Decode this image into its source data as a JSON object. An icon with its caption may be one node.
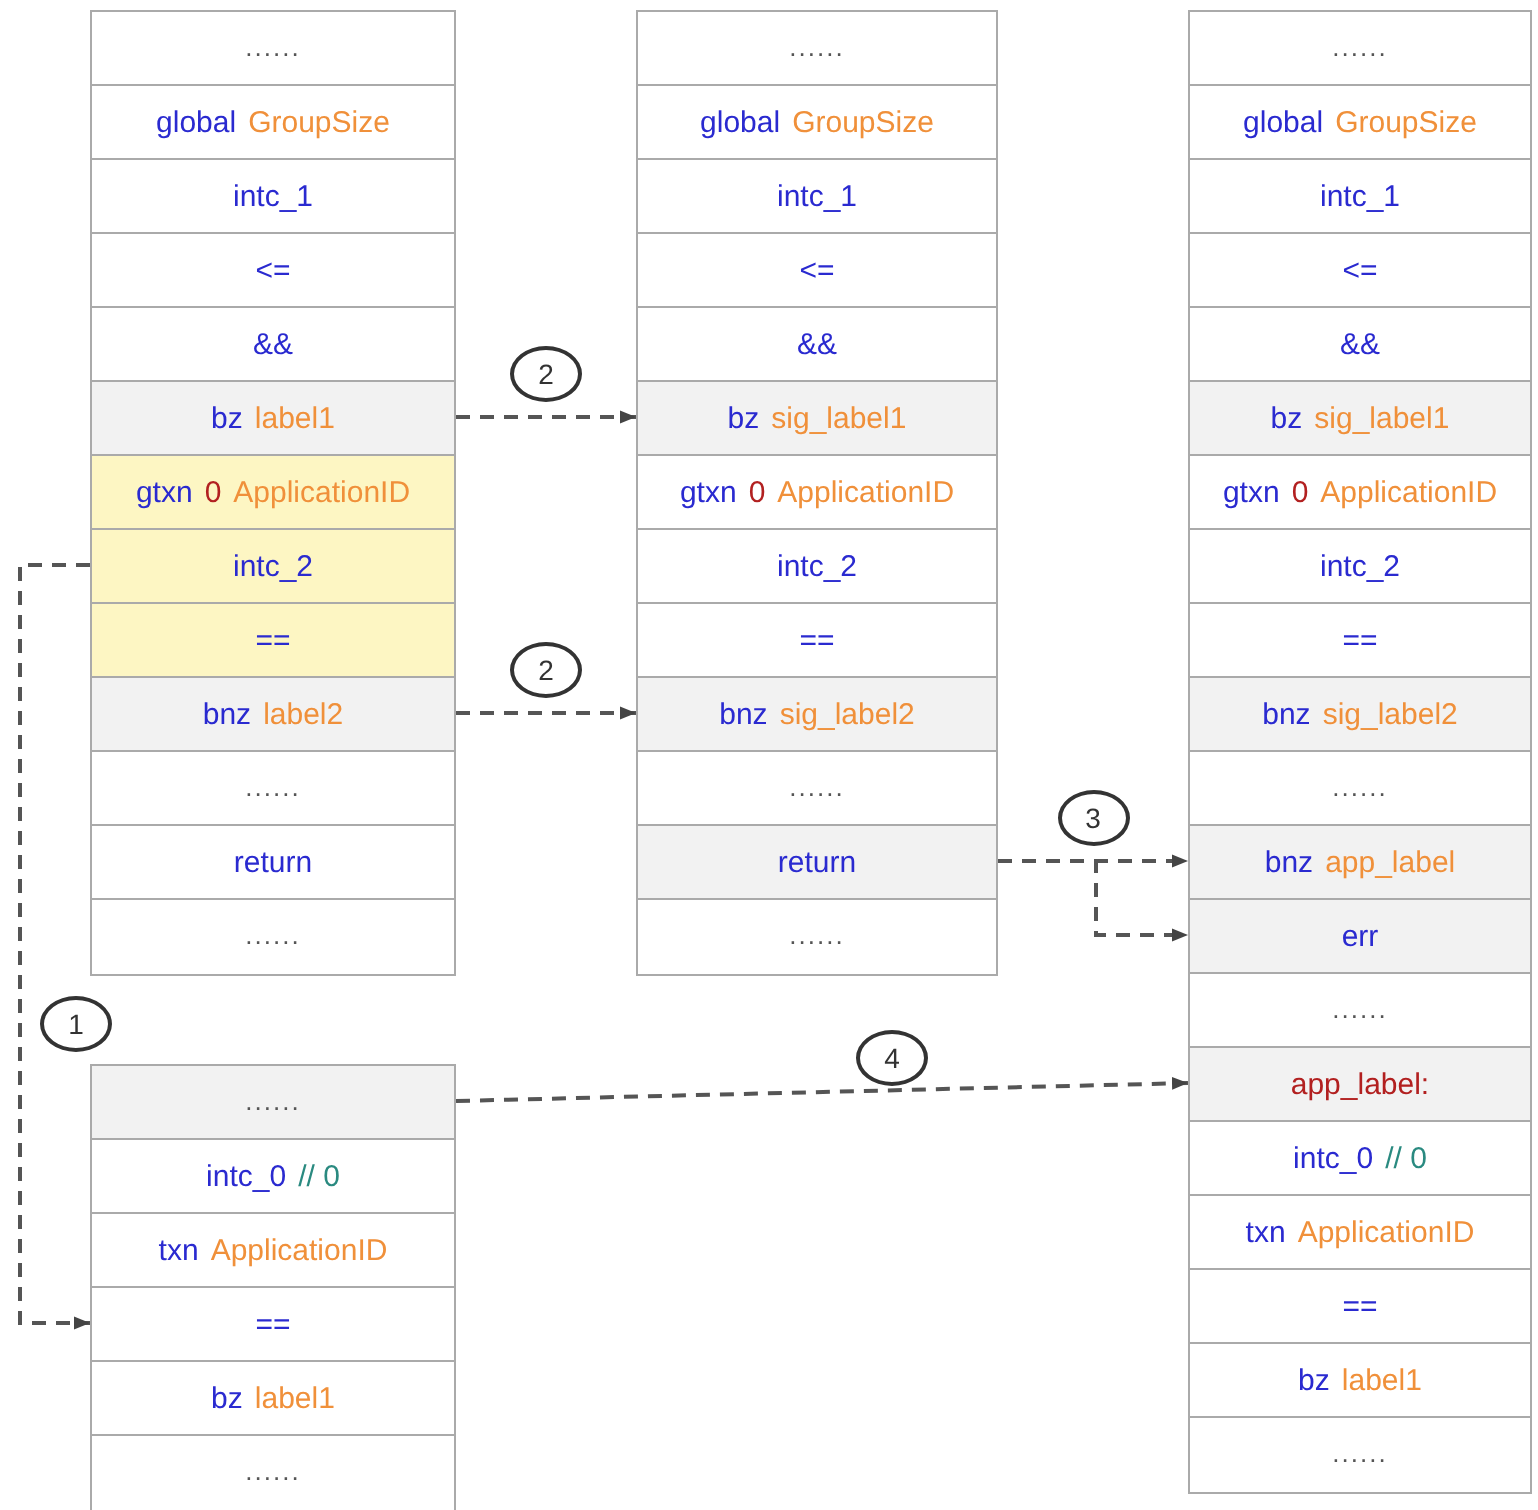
{
  "diagram": {
    "nodes": [
      {
        "text": [
          "......"
        ]
      },
      {
        "text": [
          "global",
          "GroupSize"
        ]
      },
      {
        "text": [
          "intc_1"
        ]
      },
      {
        "text": [
          "<="
        ]
      },
      {
        "text": [
          "&&"
        ]
      },
      {
        "text": [
          "bz",
          "label1"
        ]
      },
      {
        "text": [
          "gtxn",
          "0",
          "ApplicationID"
        ]
      },
      {
        "text": [
          "intc_2"
        ]
      },
      {
        "text": [
          "=="
        ]
      },
      {
        "text": [
          "bnz",
          "label2"
        ]
      },
      {
        "text": [
          "......"
        ]
      },
      {
        "text": [
          "return"
        ]
      },
      {
        "text": [
          "......"
        ]
      },
      {
        "text": [
          "......"
        ]
      },
      {
        "text": [
          "global",
          "GroupSize"
        ]
      },
      {
        "text": [
          "intc_1"
        ]
      },
      {
        "text": [
          "<="
        ]
      },
      {
        "text": [
          "&&"
        ]
      },
      {
        "text": [
          "bz",
          "sig_label1"
        ]
      },
      {
        "text": [
          "gtxn",
          "0",
          "ApplicationID"
        ]
      },
      {
        "text": [
          "intc_2"
        ]
      },
      {
        "text": [
          "=="
        ]
      },
      {
        "text": [
          "bnz",
          "sig_label2"
        ]
      },
      {
        "text": [
          "......"
        ]
      },
      {
        "text": [
          "return"
        ]
      },
      {
        "text": [
          "......"
        ]
      },
      {
        "text": [
          "......"
        ]
      },
      {
        "text": [
          "global",
          "GroupSize"
        ]
      },
      {
        "text": [
          "intc_1"
        ]
      },
      {
        "text": [
          "<="
        ]
      },
      {
        "text": [
          "&&"
        ]
      },
      {
        "text": [
          "bz",
          "sig_label1"
        ]
      },
      {
        "text": [
          "gtxn",
          "0",
          "ApplicationID"
        ]
      },
      {
        "text": [
          "intc_2"
        ]
      },
      {
        "text": [
          "=="
        ]
      },
      {
        "text": [
          "bnz",
          "sig_label2"
        ]
      },
      {
        "text": [
          "......"
        ]
      },
      {
        "text": [
          "bnz",
          "app_label"
        ]
      },
      {
        "text": [
          "err"
        ]
      },
      {
        "text": [
          "......"
        ]
      },
      {
        "text": [
          "app_label:"
        ]
      },
      {
        "text": [
          "intc_0",
          "// 0"
        ]
      },
      {
        "text": [
          "txn",
          "ApplicationID"
        ]
      },
      {
        "text": [
          "=="
        ]
      },
      {
        "text": [
          "bz",
          "label1"
        ]
      },
      {
        "text": [
          "......"
        ]
      },
      {
        "text": [
          "......"
        ]
      },
      {
        "text": [
          "intc_0",
          "// 0"
        ]
      },
      {
        "text": [
          "txn",
          "ApplicationID"
        ]
      },
      {
        "text": [
          "=="
        ]
      },
      {
        "text": [
          "bz",
          "label1"
        ]
      },
      {
        "text": [
          "......"
        ]
      }
    ],
    "edges": [
      {
        "from": 5,
        "to": 18,
        "arrow": "to",
        "label": "2",
        "style": "dashed"
      },
      {
        "from": 9,
        "to": 22,
        "arrow": "to",
        "label": "2",
        "style": "dashed"
      },
      {
        "from": 24,
        "to": 37,
        "arrow": "to",
        "label": "3",
        "style": "dashed"
      },
      {
        "from": 24,
        "to": 38,
        "arrow": "to",
        "style": "dashed"
      },
      {
        "from": 7,
        "to": 49,
        "arrow": "to",
        "label": "1",
        "style": "dashed"
      },
      {
        "from": 46,
        "to": 40,
        "arrow": "to",
        "label": "4",
        "style": "dashed"
      }
    ]
  }
}
